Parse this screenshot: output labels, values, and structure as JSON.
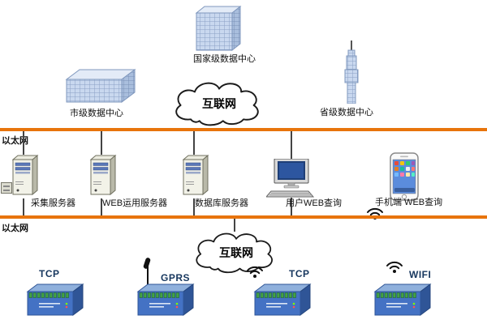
{
  "top_section": {
    "city_datacenter": "市级数据中心",
    "national_datacenter": "国家级数据中心",
    "provincial_datacenter": "省级数据中心",
    "internet_cloud": "互联网"
  },
  "ethernet_bus_top": {
    "label": "以太网"
  },
  "server_tier": {
    "collection_server": "采集服务器",
    "web_app_server": "WEB运用服务器",
    "database_server": "数据库服务器",
    "user_web_query": "用户WEB查询",
    "mobile_web_query": "手机端 WEB查询"
  },
  "ethernet_bus_bottom": {
    "label": "以太网"
  },
  "bottom_section": {
    "internet_cloud": "互联网",
    "devices": [
      {
        "connection": "TCP"
      },
      {
        "connection": "GPRS"
      },
      {
        "connection": "TCP"
      },
      {
        "connection": "WIFI"
      }
    ]
  },
  "colors": {
    "ethernet_line": "#E8740C",
    "device_body": "#4472C4",
    "connection_label": "#17375E"
  }
}
